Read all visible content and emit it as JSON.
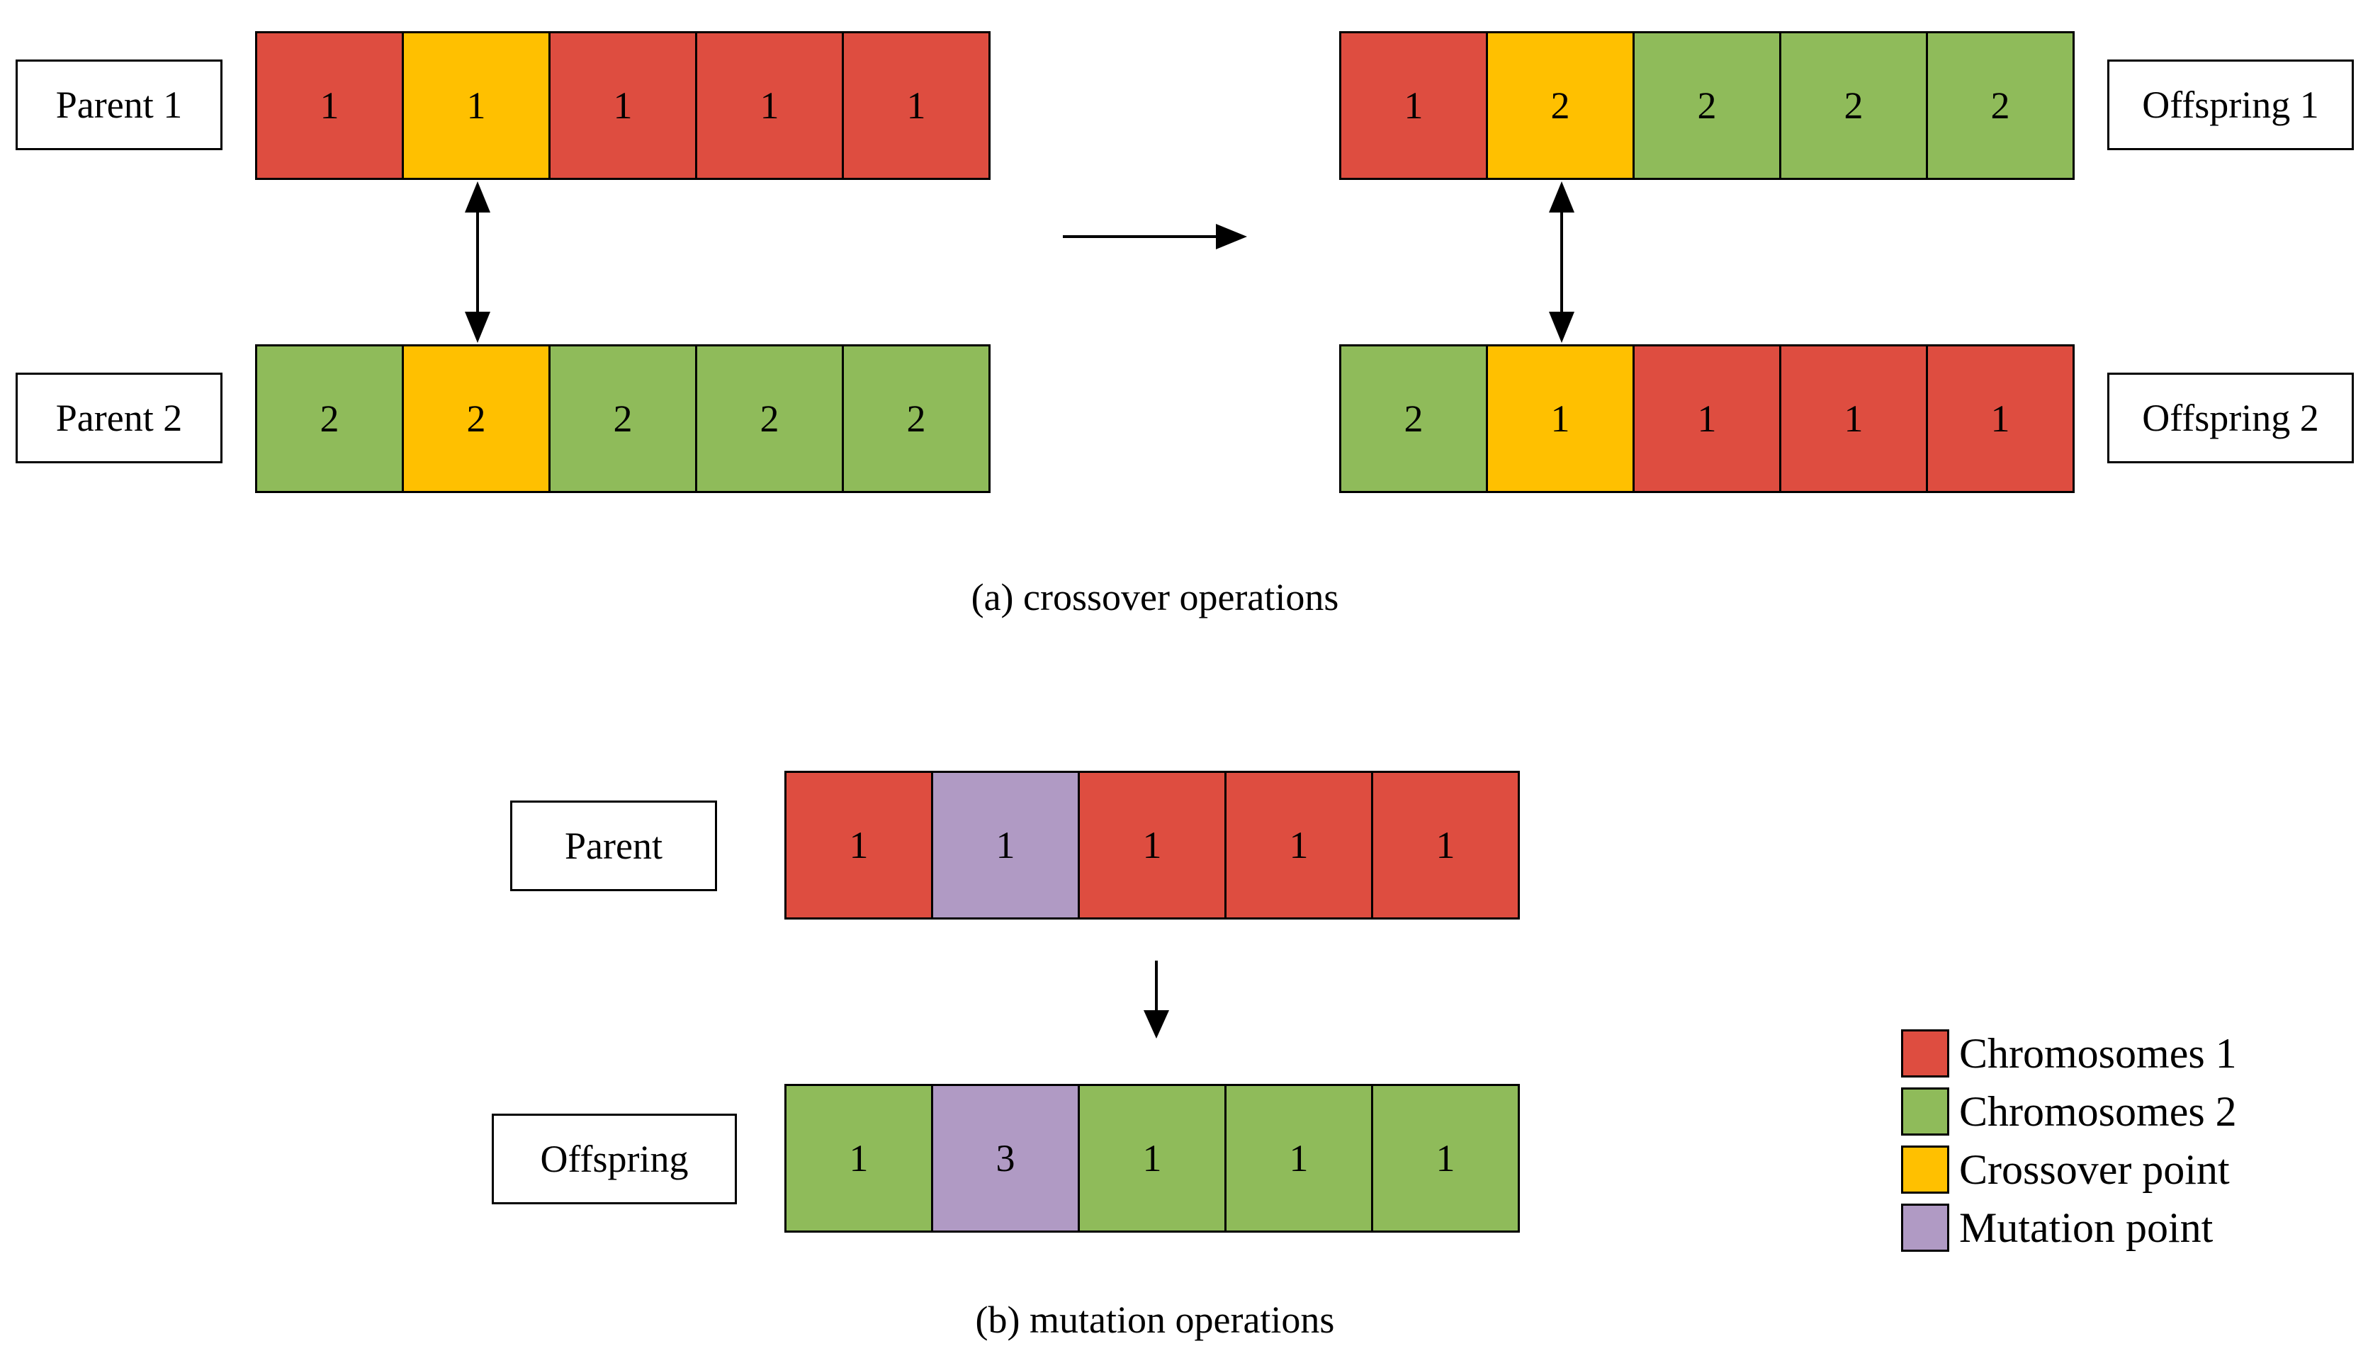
{
  "colors": {
    "chromosome1": "#de4d40",
    "chromosome2": "#8fbb5a",
    "crossover": "#ffc000",
    "mutation": "#b09ac4"
  },
  "crossover": {
    "parent1": {
      "label": "Parent 1",
      "genes": [
        {
          "value": "1",
          "kind": "chromosome1"
        },
        {
          "value": "1",
          "kind": "crossover"
        },
        {
          "value": "1",
          "kind": "chromosome1"
        },
        {
          "value": "1",
          "kind": "chromosome1"
        },
        {
          "value": "1",
          "kind": "chromosome1"
        }
      ]
    },
    "parent2": {
      "label": "Parent 2",
      "genes": [
        {
          "value": "2",
          "kind": "chromosome2"
        },
        {
          "value": "2",
          "kind": "crossover"
        },
        {
          "value": "2",
          "kind": "chromosome2"
        },
        {
          "value": "2",
          "kind": "chromosome2"
        },
        {
          "value": "2",
          "kind": "chromosome2"
        }
      ]
    },
    "offspring1": {
      "label": "Offspring 1",
      "genes": [
        {
          "value": "1",
          "kind": "chromosome1"
        },
        {
          "value": "2",
          "kind": "crossover"
        },
        {
          "value": "2",
          "kind": "chromosome2"
        },
        {
          "value": "2",
          "kind": "chromosome2"
        },
        {
          "value": "2",
          "kind": "chromosome2"
        }
      ]
    },
    "offspring2": {
      "label": "Offspring 2",
      "genes": [
        {
          "value": "2",
          "kind": "chromosome2"
        },
        {
          "value": "1",
          "kind": "crossover"
        },
        {
          "value": "1",
          "kind": "chromosome1"
        },
        {
          "value": "1",
          "kind": "chromosome1"
        },
        {
          "value": "1",
          "kind": "chromosome1"
        }
      ]
    },
    "caption": "(a) crossover operations"
  },
  "mutation": {
    "parent": {
      "label": "Parent",
      "genes": [
        {
          "value": "1",
          "kind": "chromosome1"
        },
        {
          "value": "1",
          "kind": "mutation"
        },
        {
          "value": "1",
          "kind": "chromosome1"
        },
        {
          "value": "1",
          "kind": "chromosome1"
        },
        {
          "value": "1",
          "kind": "chromosome1"
        }
      ]
    },
    "offspring": {
      "label": "Offspring",
      "genes": [
        {
          "value": "1",
          "kind": "chromosome2"
        },
        {
          "value": "3",
          "kind": "mutation"
        },
        {
          "value": "1",
          "kind": "chromosome2"
        },
        {
          "value": "1",
          "kind": "chromosome2"
        },
        {
          "value": "1",
          "kind": "chromosome2"
        }
      ]
    },
    "caption": "(b) mutation operations"
  },
  "legend": [
    {
      "label": "Chromosomes 1",
      "kind": "chromosome1"
    },
    {
      "label": "Chromosomes 2",
      "kind": "chromosome2"
    },
    {
      "label": "Crossover point",
      "kind": "crossover"
    },
    {
      "label": "Mutation point",
      "kind": "mutation"
    }
  ]
}
